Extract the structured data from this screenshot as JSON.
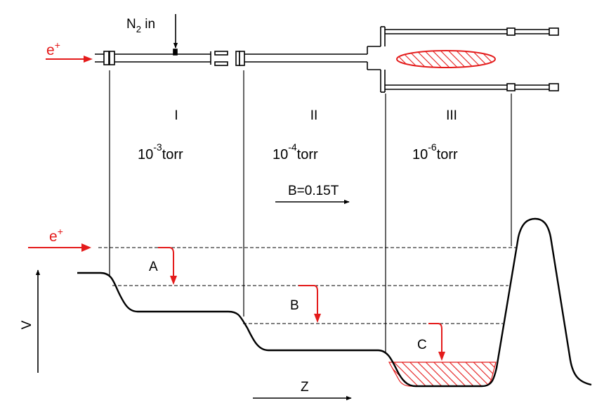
{
  "inlet": {
    "base": "N",
    "sub": "2",
    "suffix": " in"
  },
  "beam": {
    "particle": "e",
    "charge": "+"
  },
  "stages": [
    {
      "numeral": "I",
      "pressure_base": "10",
      "pressure_exp": "-3",
      "pressure_unit": "torr"
    },
    {
      "numeral": "II",
      "pressure_base": "10",
      "pressure_exp": "-4",
      "pressure_unit": "torr"
    },
    {
      "numeral": "III",
      "pressure_base": "10",
      "pressure_exp": "-6",
      "pressure_unit": "torr"
    }
  ],
  "field": {
    "label": "B=0.15T"
  },
  "levels": [
    {
      "label": "A"
    },
    {
      "label": "B"
    },
    {
      "label": "C"
    }
  ],
  "axes": {
    "y": "V",
    "x": "Z"
  },
  "colors": {
    "accent": "#e41b1b",
    "line": "#000000"
  }
}
